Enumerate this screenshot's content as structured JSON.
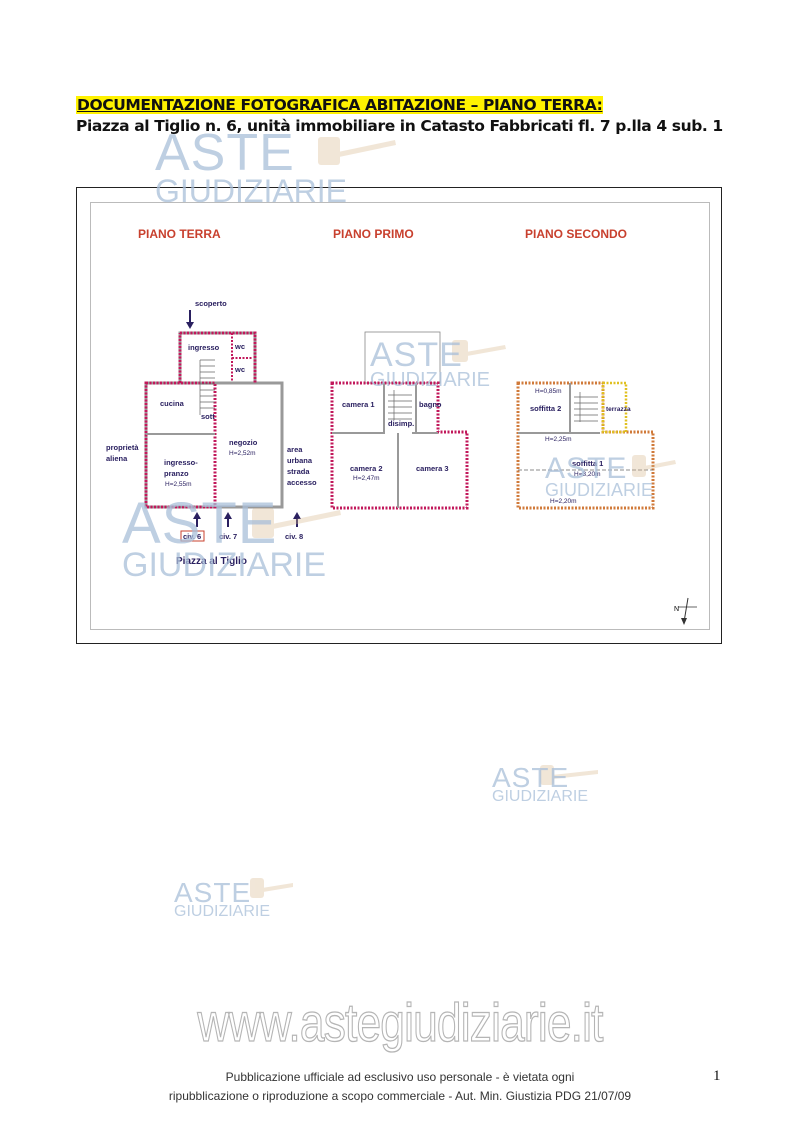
{
  "heading": {
    "title": "DOCUMENTAZIONE FOTOGRAFICA ABITAZIONE – PIANO TERRA:",
    "subtitle": "Piazza al Tiglio n. 6, unità immobiliare in Catasto Fabbricati fl. 7 p.lla 4 sub. 1"
  },
  "plan": {
    "floors": [
      "PIANO TERRA",
      "PIANO PRIMO",
      "PIANO SECONDO"
    ],
    "ground": {
      "scoperto": "scoperto",
      "ingresso": "ingresso",
      "wc1": "wc",
      "wc2": "wc",
      "cucina": "cucina",
      "sott": "sott",
      "proprieta1": "proprietà",
      "proprieta2": "aliena",
      "negozio": "negozio",
      "negozio_h": "H=2,52m",
      "pranzo1": "ingresso-",
      "pranzo2": "pranzo",
      "pranzo_h": "H=2,55m",
      "area1": "area",
      "area2": "urbana",
      "area3": "strada",
      "area4": "accesso",
      "civ6": "civ. 6",
      "civ7": "civ. 7",
      "civ8": "civ. 8",
      "piazza": "Piazza al Tiglio"
    },
    "first": {
      "camera1": "camera 1",
      "bagno": "bagno",
      "disimp": "disimp.",
      "camera2": "camera 2",
      "camera2_h": "H=2,47m",
      "camera3": "camera 3"
    },
    "second": {
      "h085": "H=0,85m",
      "soffitta2": "soffitta 2",
      "terrazza": "terrazza",
      "h225": "H=2,25m",
      "soffitta1": "soffitta 1",
      "h320": "H=3,20m",
      "h220": "H=2,20m"
    },
    "north": "N"
  },
  "watermark": {
    "aste": "ASTE",
    "giudiziarie": "GIUDIZIARIE",
    "site": "www.astegiudiziarie.it"
  },
  "footer": {
    "line1": "Pubblicazione ufficiale ad esclusivo uso personale - è vietata ogni",
    "line2": "ripubblicazione o riproduzione a scopo commerciale - Aut. Min. Giustizia PDG 21/07/09",
    "page_number": "1"
  }
}
